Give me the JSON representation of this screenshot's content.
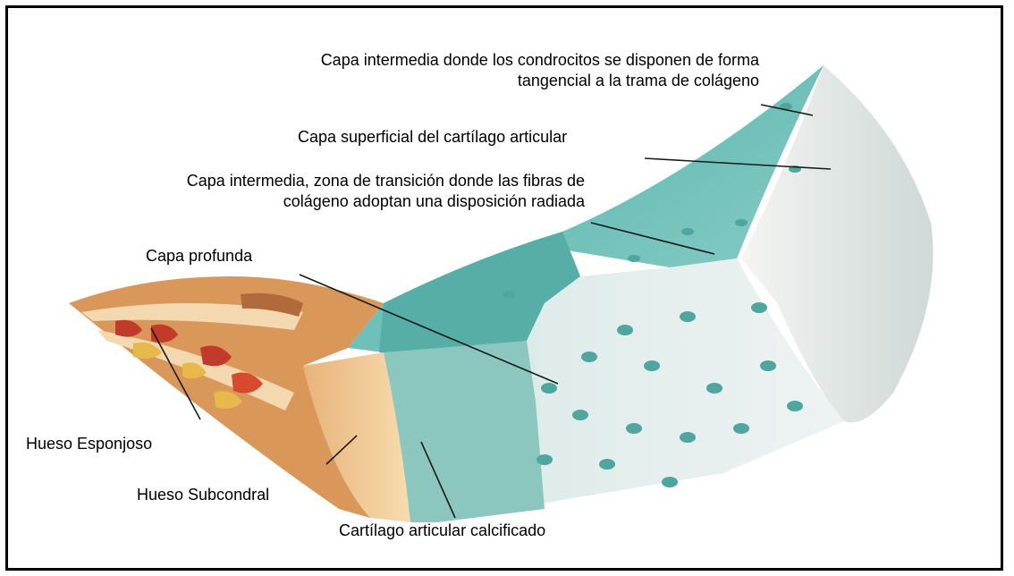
{
  "labels": {
    "capa_intermedia_tangencial": {
      "line1": "Capa intermedia donde los condrocitos se disponen de forma",
      "line2": "tangencial a la trama de colágeno"
    },
    "capa_superficial": "Capa superficial del cartílago articular",
    "capa_intermedia_transicion": {
      "line1": "Capa intermedia, zona de transición donde las fibras de",
      "line2": "colágeno adoptan una disposición radiada"
    },
    "capa_profunda": "Capa profunda",
    "hueso_esponjoso": "Hueso Esponjoso",
    "hueso_subcondral": "Hueso Subcondral",
    "cartilago_calcificado": "Cartílago articular calcificado"
  },
  "colors": {
    "border": "#000000",
    "cartilage_teal": "#7fc4bf",
    "cartilage_light": "#e6efee",
    "bone_tan": "#f2d3a0",
    "bone_brown": "#c98a52",
    "marrow_red": "#c23a2a",
    "leader_line": "#1a1a1a"
  }
}
